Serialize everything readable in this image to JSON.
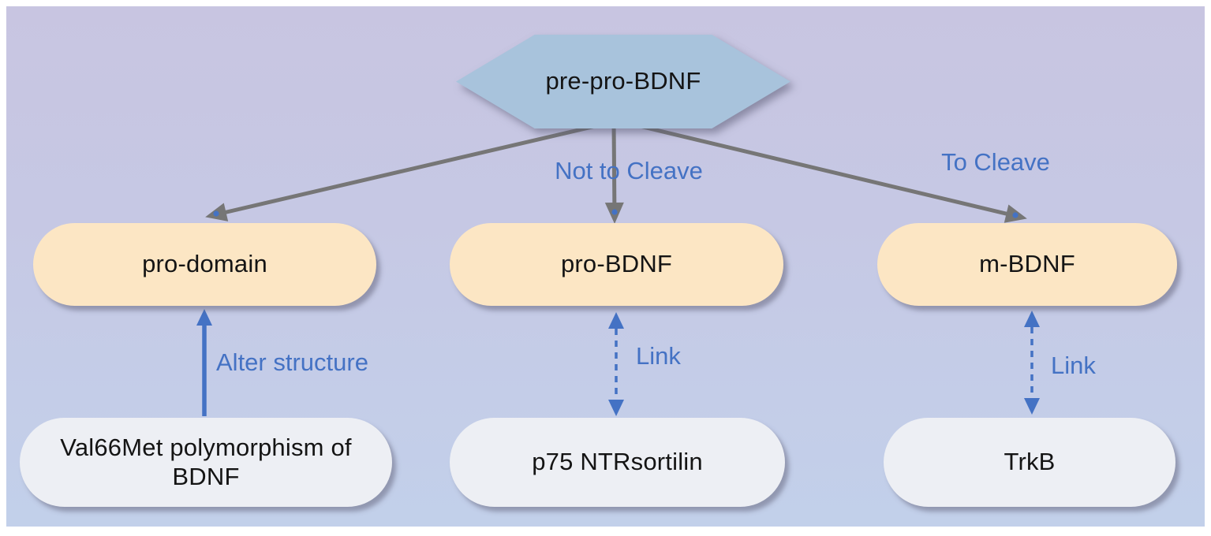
{
  "figure": {
    "root_node": "pre-pro-BDNF",
    "middle_nodes": [
      "pro-domain",
      "pro-BDNF",
      "m-BDNF"
    ],
    "bottom_nodes": [
      "Val66Met polymorphism of BDNF",
      "p75 NTRsortilin",
      "TrkB"
    ],
    "edge_labels": {
      "not_to_cleave": "Not to Cleave",
      "to_cleave": "To Cleave",
      "alter_structure": "Alter structure",
      "link_pro_bdnf": "Link",
      "link_m_bdnf": "Link"
    },
    "colors": {
      "background_top": "#c8c5e1",
      "background_bottom": "#c2d0ea",
      "hexagon_fill": "#a8c3dc",
      "process_pill_fill": "#fce6c4",
      "factor_pill_fill": "#edeff4",
      "arrow_gray": "#767676",
      "accent_blue": "#4472c4",
      "text_color": "#141414"
    }
  }
}
